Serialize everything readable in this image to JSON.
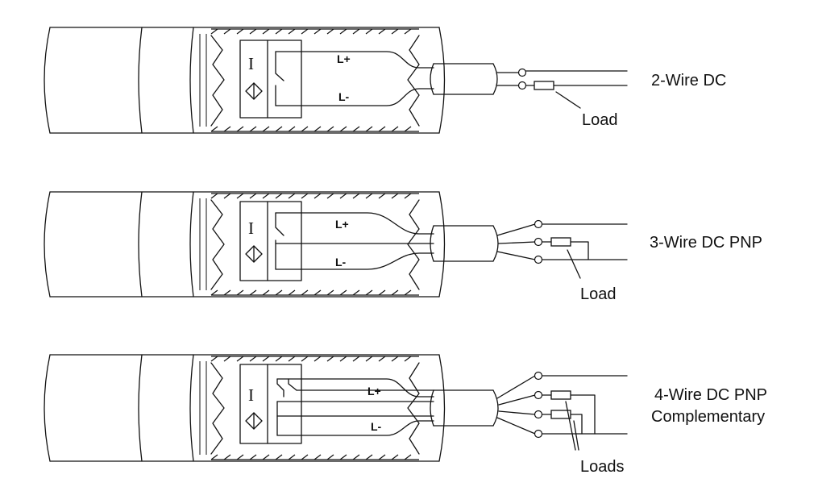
{
  "sensors": [
    {
      "title_lines": [
        "2-Wire DC"
      ],
      "wire_plus": "L+",
      "wire_minus": "L-",
      "load_label": "Load",
      "sensor_symbol": "I"
    },
    {
      "title_lines": [
        "3-Wire DC PNP"
      ],
      "wire_plus": "L+",
      "wire_minus": "L-",
      "load_label": "Load",
      "sensor_symbol": "I"
    },
    {
      "title_lines": [
        "4-Wire DC PNP",
        "Complementary"
      ],
      "wire_plus": "L+",
      "wire_minus": "L-",
      "load_label": "Loads",
      "sensor_symbol": "I"
    }
  ]
}
